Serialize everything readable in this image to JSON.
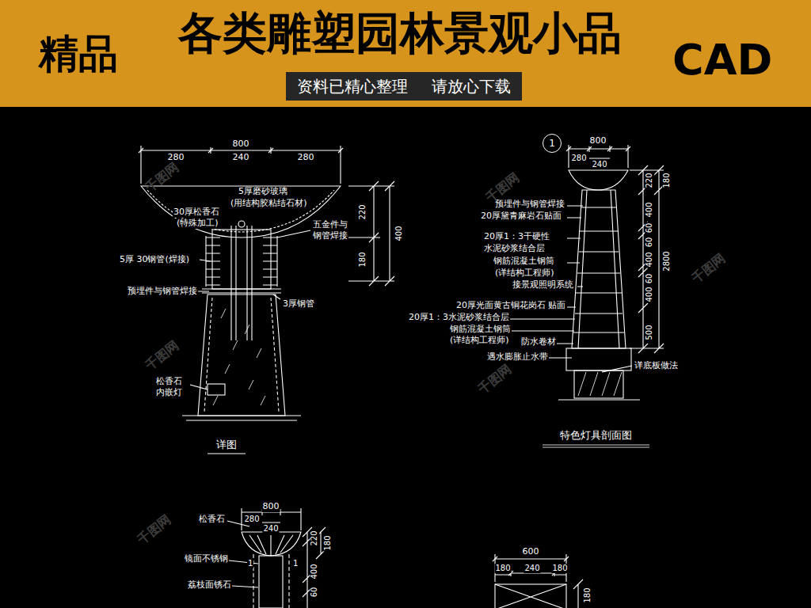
{
  "diagram": {
    "title": "各类雕塑园林景观小品",
    "nodes": [
      {
        "text": [
          "资料已精心整理",
          "请放心下载"
        ]
      },
      {
        "text": [
          "1"
        ]
      }
    ],
    "labels": [
      "精品",
      "CAD",
      "800",
      "280",
      "240",
      "280",
      "30厚松香石",
      "(特殊加工)",
      "5厚磨砂玻璃",
      "(用结构胶粘结石材)",
      "五金件与",
      "钢管焊接",
      "220",
      "180",
      "400",
      "5厚 30钢管(焊接)",
      "预埋件与钢管焊接",
      "3厚钢管",
      "松香石",
      "内嵌灯",
      "详图",
      "800",
      "280",
      "240",
      "预埋件与钢管焊接",
      "20厚黛青麻岩石贴面",
      "20厚1：3干硬性",
      "水泥砂浆结合层",
      "钢筋混凝土钢筒",
      "(详结构工程师)",
      "接景观照明系统",
      "20厚光面黄古铜花岗石 贴面",
      "20厚1：3水泥砂浆结合层",
      "钢筋混凝土钢筒",
      "(详结构工程师)",
      "防水卷材",
      "遇水膨胀止水带",
      "详底板做法",
      "特色灯具剖面图",
      "220",
      "400",
      "60",
      "60",
      "400",
      "60",
      "400",
      "500",
      "180",
      "2800",
      "800",
      "280",
      "240",
      "松香石",
      "镜面不锈钢",
      "荔枝面锈石",
      "1",
      "1",
      "220",
      "180",
      "400",
      "60",
      "600",
      "180",
      "240",
      "180",
      "180",
      "千图网",
      "千图网",
      "千图网",
      "千图网",
      "千图网",
      "千图网"
    ]
  }
}
